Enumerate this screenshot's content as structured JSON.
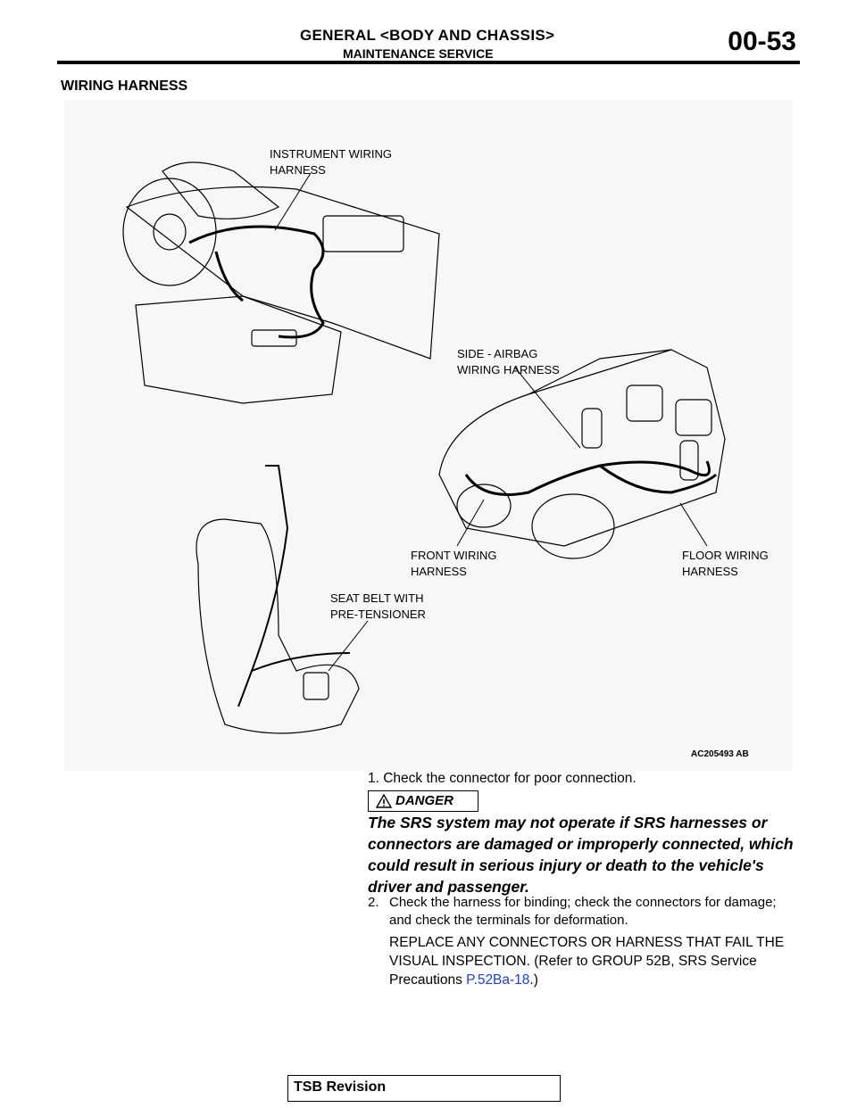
{
  "header": {
    "title": "GENERAL <BODY AND CHASSIS>",
    "subtitle": "MAINTENANCE SERVICE",
    "page_number": "00-53"
  },
  "section": {
    "heading": "WIRING HARNESS"
  },
  "figure": {
    "callouts": {
      "instrument": [
        "INSTRUMENT WIRING",
        "HARNESS"
      ],
      "side_airbag": [
        "SIDE - AIRBAG",
        "WIRING HARNESS"
      ],
      "front": [
        "FRONT WIRING",
        "HARNESS"
      ],
      "floor": [
        "FLOOR WIRING",
        "HARNESS"
      ],
      "seatbelt": [
        "SEAT BELT WITH",
        "PRE-TENSIONER"
      ]
    },
    "figure_id": "AC205493",
    "figure_suffix": "AB"
  },
  "steps": {
    "step1": "1.  Check the connector for poor connection.",
    "danger_label": "DANGER",
    "danger_text": "The SRS system may not operate if SRS harnesses or connectors are damaged or improperly connected, which could result in serious injury or death to the vehicle's driver and passenger.",
    "step2_num": "2.",
    "step2_text": "Check the harness for binding; check the connectors for damage; and check the terminals for deformation.",
    "step2_extra_prefix": "REPLACE ANY CONNECTORS OR HARNESS THAT FAIL THE VISUAL INSPECTION. (Refer to GROUP 52B, SRS Service Precautions ",
    "step2_link": "P.52Ba-18",
    "step2_extra_suffix": ".)"
  },
  "footer": {
    "label": "TSB Revision"
  },
  "colors": {
    "link": "#1f3ce0",
    "figure_bg": "#f7f7f7"
  }
}
